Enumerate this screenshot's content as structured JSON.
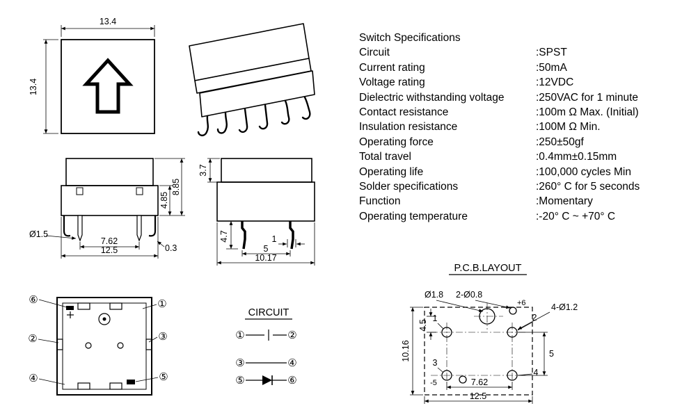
{
  "page": {
    "background": "#ffffff",
    "ink": "#000000"
  },
  "specs": {
    "title": "Switch Specifications",
    "rows": [
      {
        "label": "Circuit",
        "value": ":SPST"
      },
      {
        "label": "Current rating",
        "value": ":50mA"
      },
      {
        "label": "Voltage rating",
        "value": ":12VDC"
      },
      {
        "label": "Dielectric withstanding voltage",
        "value": ":250VAC for 1 minute"
      },
      {
        "label": "Contact resistance",
        "value": ":100m Ω  Max. (Initial)"
      },
      {
        "label": "Insulation resistance",
        "value": ":100M Ω  Min."
      },
      {
        "label": "Operating force",
        "value": ":250±50gf"
      },
      {
        "label": "Total travel",
        "value": ":0.4mm±0.15mm"
      },
      {
        "label": "Operating life",
        "value": ":100,000 cycles Min"
      },
      {
        "label": "Solder specifications",
        "value": ":260° C for 5 seconds"
      },
      {
        "label": "Function",
        "value": ":Momentary"
      },
      {
        "label": "Operating temperature",
        "value": ":-20° C ~ +70° C"
      }
    ]
  },
  "top_view": {
    "width_dim": "13.4",
    "height_dim": "13.4"
  },
  "front_view": {
    "total_height": "8.85",
    "body_height": "4.85",
    "pin_diameter": "Ø1.5",
    "pin_pitch": "7.62",
    "base_width": "12.5",
    "leg_offset": "0.3"
  },
  "side_view": {
    "cap_height": "3.7",
    "pin_length": "4.7",
    "pin_width": "1",
    "pin_pitch": "5",
    "base_width": "10.17"
  },
  "bottom_view": {
    "pin_tl": "⑥",
    "pin_tr": "①",
    "pin_l": "②",
    "pin_r": "③",
    "pin_bl": "④",
    "pin_br": "⑤"
  },
  "circuit": {
    "title": "CIRCUIT",
    "pin1": "①",
    "pin2": "②",
    "pin3": "③",
    "pin4": "④",
    "pin5": "⑤",
    "pin6": "⑥"
  },
  "pcb": {
    "title": "P.C.B.LAYOUT",
    "center_hole": "Ø1.8",
    "led_holes": "2-Ø0.8",
    "terminal_holes": "4-Ø1.2",
    "dim_top": "4.5",
    "dim_height": "10.16",
    "dim_row_pitch": "5",
    "dim_col_pitch": "7.62",
    "dim_width": "12.5",
    "pad_plus": "+6",
    "pad_minus": "-5",
    "pad1": "1",
    "pad2": "2",
    "pad3": "3",
    "pad4": "4"
  }
}
